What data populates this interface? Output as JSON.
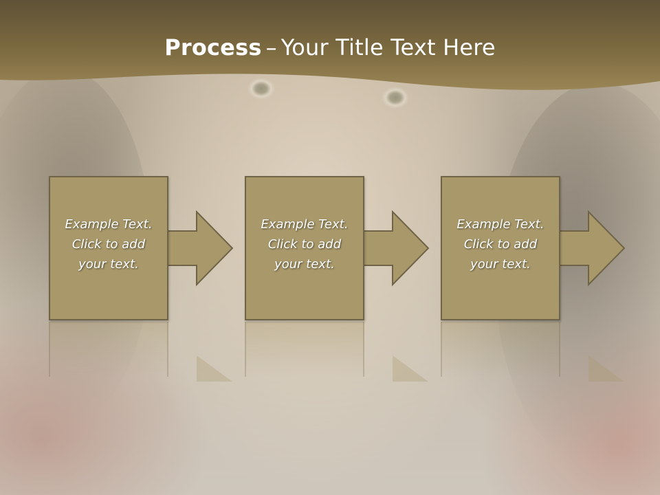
{
  "title": {
    "strong": "Process",
    "dash": "–",
    "rest": "Your Title Text Here"
  },
  "steps": [
    {
      "text": "Example Text.\nClick  to add\nyour text."
    },
    {
      "text": "Example Text.\nClick  to add\nyour text."
    },
    {
      "text": "Example Text.\nClick  to add\nyour text."
    }
  ],
  "colors": {
    "header": "#7c6a40",
    "box": "#a8986a",
    "box_border": "#6f6448"
  }
}
